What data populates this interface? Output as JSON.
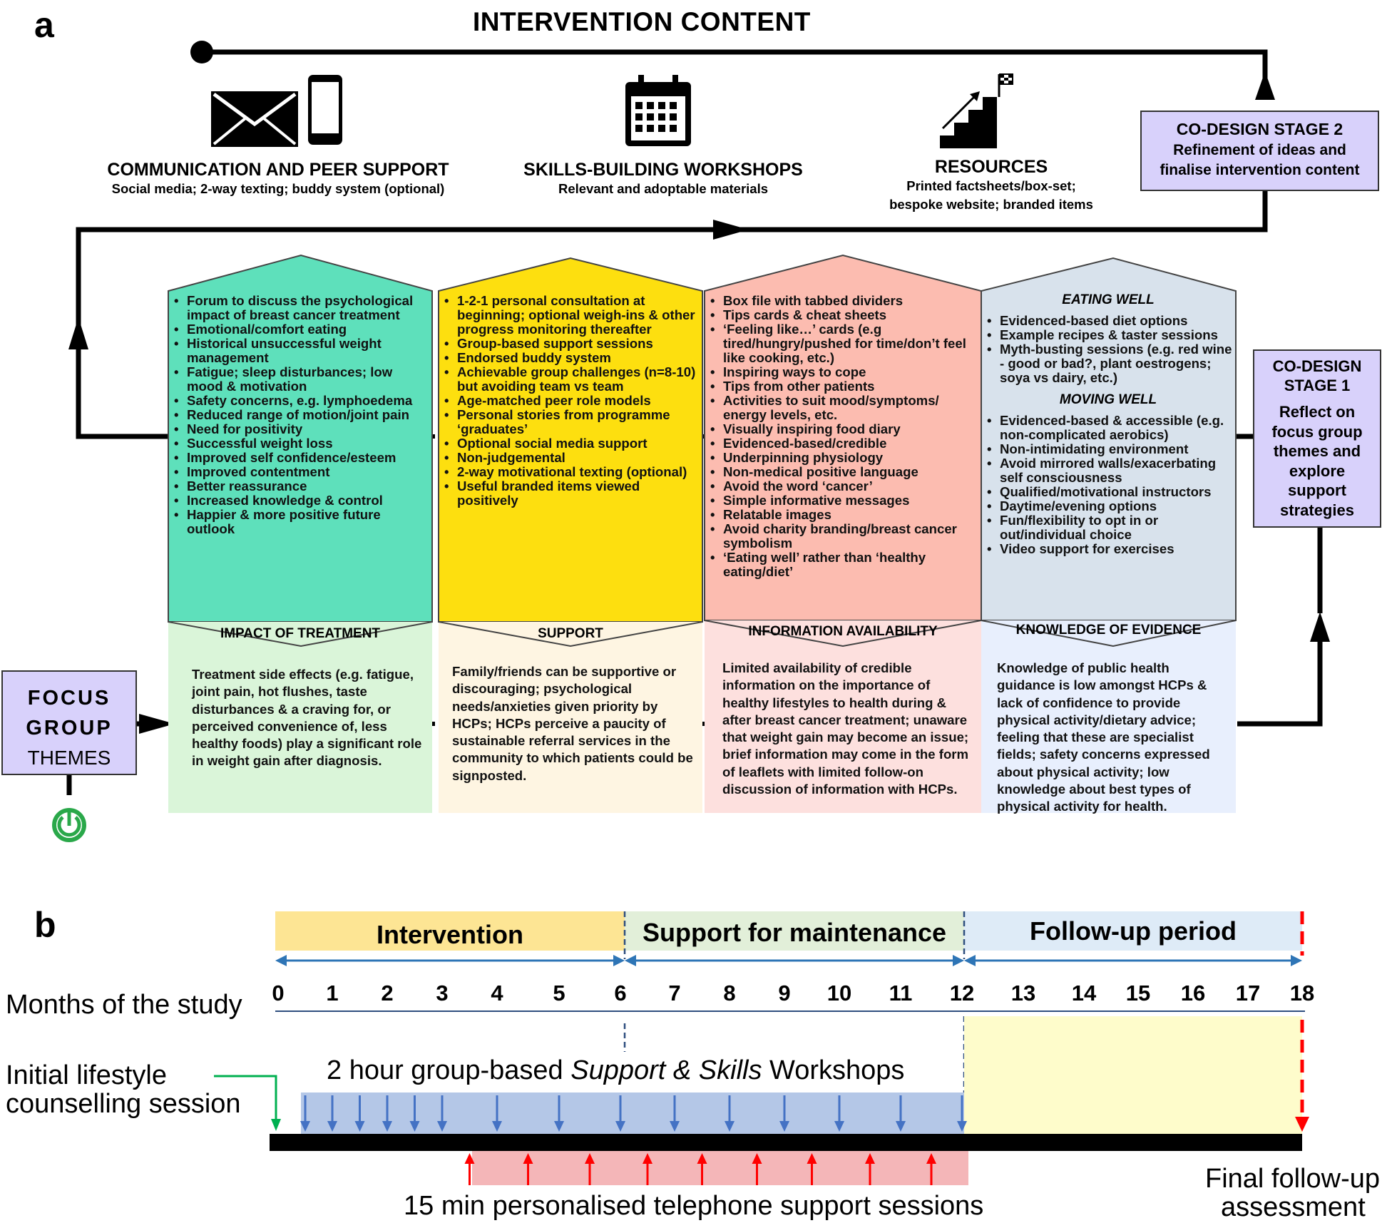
{
  "panel_a": {
    "letter": "a",
    "title": "INTERVENTION CONTENT",
    "resources": [
      {
        "icon": "envelope-icon",
        "icon2": "phone-icon",
        "title": "COMMUNICATION AND PEER SUPPORT",
        "subtitle": "Social media; 2-way texting; buddy system (optional)"
      },
      {
        "icon": "calendar-icon",
        "title": "SKILLS-BUILDING WORKSHOPS",
        "subtitle": "Relevant and adoptable materials"
      },
      {
        "icon": "stairs-flag-icon",
        "title": "RESOURCES",
        "subtitle_lines": [
          "Printed factsheets/box-set;",
          "bespoke website; branded items"
        ]
      }
    ],
    "codesign2": {
      "line1": "CO-DESIGN STAGE 2",
      "line2": "Refinement of ideas and",
      "line3": "finalise intervention content"
    },
    "codesign1": {
      "lines": [
        "CO-DESIGN",
        "STAGE 1",
        "Reflect on",
        "focus group",
        "themes and",
        "explore",
        "support",
        "strategies"
      ]
    },
    "focus_group": {
      "line1": "FOCUS",
      "line2": "GROUP",
      "line3": "THEMES"
    },
    "columns": [
      {
        "color_top": "#5ee0bb",
        "color_bottom": "#daf5d9",
        "items": [
          "Forum to discuss the psychological impact of breast cancer treatment",
          "Emotional/comfort eating",
          "Historical unsuccessful weight management",
          "Fatigue; sleep disturbances; low mood & motivation",
          "Safety concerns, e.g. lymphoedema",
          "Reduced range of motion/joint pain",
          "Need for positivity",
          "Successful weight loss",
          "Improved self confidence/esteem",
          "Improved contentment",
          "Better reassurance",
          "Increased knowledge & control",
          "Happier & more positive future outlook"
        ],
        "theme": "IMPACT OF TREATMENT",
        "theme_text": "Treatment side effects (e.g. fatigue, joint pain, hot flushes, taste disturbances & a craving for, or perceived convenience of, less healthy foods) play a significant role in weight gain after diagnosis."
      },
      {
        "color_top": "#fddf0f",
        "color_bottom": "#fef5e2",
        "items": [
          "1-2-1 personal consultation at beginning; optional weigh-ins & other progress monitoring thereafter",
          "Group-based support sessions",
          "Endorsed buddy system",
          "Achievable group challenges (n=8-10) but avoiding team vs team",
          "Age-matched peer role models",
          "Personal stories from programme ‘graduates’",
          "Optional social media support",
          "Non-judgemental",
          "2-way motivational texting (optional)",
          "Useful branded items viewed positively"
        ],
        "theme": "SUPPORT",
        "theme_text": "Family/friends can be supportive or discouraging; psychological needs/anxieties given priority by HCPs; HCPs perceive a paucity of sustainable referral services in the community to which patients could be signposted."
      },
      {
        "color_top": "#fcbcb0",
        "color_bottom": "#fde0de",
        "items": [
          "Box file with tabbed dividers",
          "Tips cards & cheat sheets",
          "‘Feeling like…’ cards (e.g tired/hungry/pushed for time/don’t feel like cooking, etc.)",
          "Inspiring ways to cope",
          "Tips from other patients",
          "Activities to suit mood/symptoms/ energy levels, etc.",
          "Visually inspiring food diary",
          "Evidenced-based/credible",
          "Underpinning physiology",
          "Non-medical positive language",
          "Avoid the word ‘cancer’",
          "Simple informative messages",
          "Relatable images",
          "Avoid charity branding/breast cancer symbolism",
          "‘Eating well’ rather than ‘healthy eating/diet’"
        ],
        "theme": "INFORMATION AVAILABILITY",
        "theme_text": "Limited availability of credible information on the importance of healthy lifestyles to health during & after breast cancer treatment; unaware that weight gain may become an issue; brief information may come in the form of leaflets with limited follow-on discussion of information with HCPs."
      },
      {
        "color_top": "#d8e2ec",
        "color_bottom": "#e8effd",
        "sub1": "EATING WELL",
        "items1": [
          "Evidenced-based diet options",
          "Example recipes & taster sessions",
          "Myth-busting sessions (e.g. red wine - good or bad?, plant oestrogens; soya vs dairy, etc.)"
        ],
        "sub2": "MOVING WELL",
        "items2": [
          "Evidenced-based & accessible (e.g. non-complicated aerobics)",
          "Non-intimidating environment",
          "Avoid mirrored walls/exacerbating self consciousness",
          "Qualified/motivational  instructors",
          "Daytime/evening options",
          "Fun/flexibility to opt in or out/individual choice",
          "Video support for exercises"
        ],
        "theme": "KNOWLEDGE OF EVIDENCE",
        "theme_text": "Knowledge of public health guidance is low amongst HCPs & lack of confidence to provide physical activity/dietary advice; feeling that these are specialist fields; safety concerns expressed about physical activity; low knowledge about best types of physical activity for health."
      }
    ]
  },
  "panel_b": {
    "letter": "b",
    "phases": [
      {
        "label": "Intervention",
        "start": 0,
        "end": 6,
        "color": "#fde594"
      },
      {
        "label": "Support for maintenance",
        "start": 6,
        "end": 12,
        "color": "#e2efd9"
      },
      {
        "label": "Follow-up period",
        "start": 12,
        "end": 18,
        "color": "#deebf7"
      }
    ],
    "months_label": "Months of the study",
    "months": [
      "0",
      "1",
      "2",
      "3",
      "4",
      "5",
      "6",
      "7",
      "8",
      "9",
      "10",
      "11",
      "12",
      "13",
      "14",
      "15",
      "16",
      "17",
      "18"
    ],
    "initial_label_1": "Initial lifestyle",
    "initial_label_2": "counselling session",
    "workshops_label_1": "2 hour group-based ",
    "workshops_label_2": "Support & Skills",
    "workshops_label_3": " Workshops",
    "workshop_months": [
      0.5,
      1,
      1.5,
      2,
      2.5,
      3,
      4,
      5,
      6,
      7,
      8,
      9,
      10,
      11,
      12
    ],
    "phone_months": [
      3.5,
      4.5,
      5.5,
      6.5,
      7.5,
      8.5,
      9.5,
      10.5,
      11.5
    ],
    "phone_label": "15 min personalised telephone support sessions",
    "final_label_1": "Final follow-up",
    "final_label_2": "assessment",
    "colors": {
      "workshop_band": "#b4c7e7",
      "phone_band": "#f4b6b8",
      "followup_band": "#fefccb",
      "blue_arrow": "#4472c4",
      "red_arrow": "#ff0000",
      "green_arrow": "#00b050"
    }
  }
}
